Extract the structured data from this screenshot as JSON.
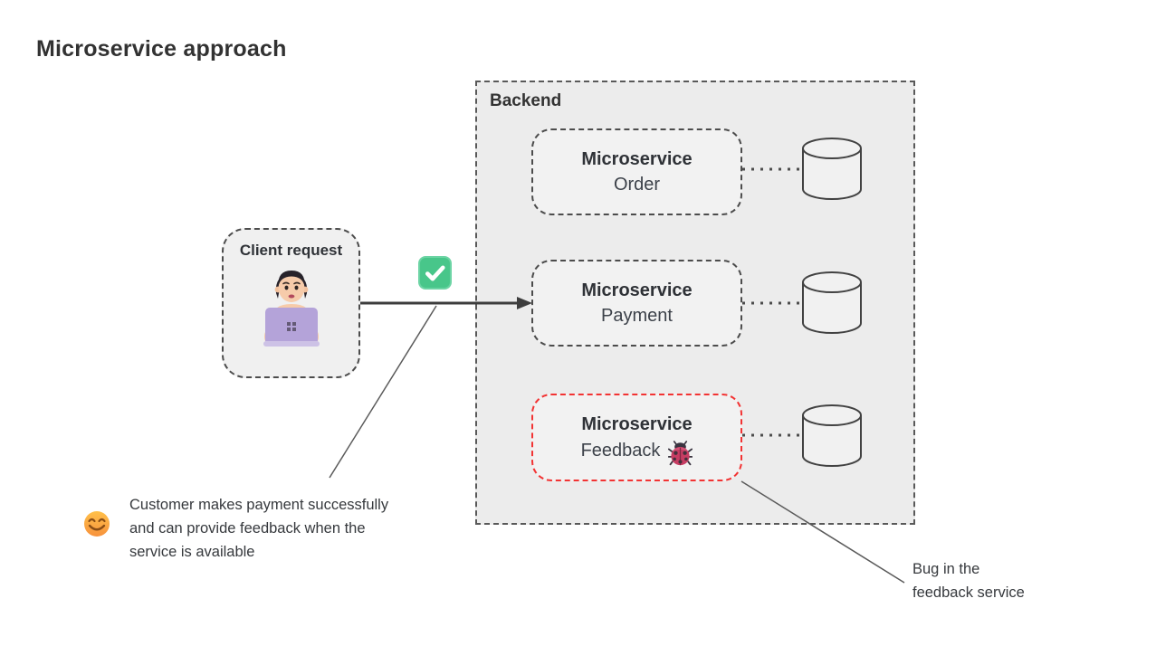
{
  "title": "Microservice approach",
  "backend": {
    "label": "Backend",
    "services": [
      {
        "name": "Microservice",
        "sub": "Order"
      },
      {
        "name": "Microservice",
        "sub": "Payment"
      },
      {
        "name": "Microservice",
        "sub": "Feedback",
        "status_icon": "ladybug-emoji"
      }
    ],
    "storage_icon": "database-cylinder"
  },
  "client": {
    "label": "Client request",
    "icon": "technologist-at-laptop-emoji"
  },
  "flow": {
    "request_status_icon": "green-checkmark"
  },
  "notes": {
    "success": {
      "icon": "smiling-face-emoji",
      "lines": [
        "Customer makes payment successfully",
        "and can provide feedback when the",
        "service is available"
      ]
    },
    "bug": {
      "lines": [
        "Bug in the",
        "feedback service"
      ]
    }
  },
  "colors": {
    "backend_fill": "#ececec",
    "service_box_fill": "#f2f2f2",
    "dashed_border": "#4c4c4c",
    "error_red": "#f23333",
    "success_green": "#48c68a",
    "arrow_dark": "#3d3d3d",
    "text": "#333333",
    "laptop_purple": "#b4a3d9"
  }
}
